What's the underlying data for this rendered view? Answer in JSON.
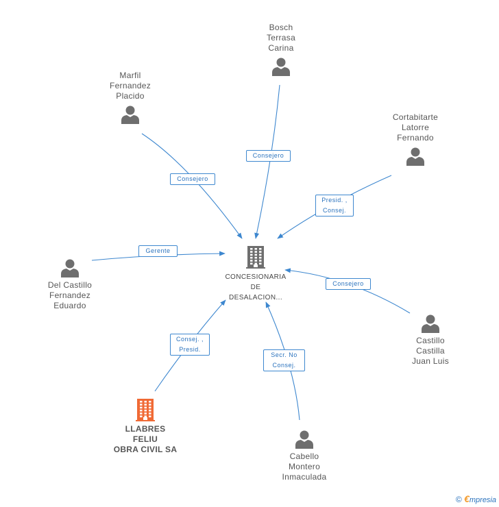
{
  "center": {
    "label": "CONCESIONARIA\nDE\nDESALACION...",
    "icon": "building-icon",
    "color": "#6e6e6e"
  },
  "nodes": [
    {
      "id": "bosch",
      "label": "Bosch\nTerrasa\nCarina",
      "icon": "person-icon"
    },
    {
      "id": "marfil",
      "label": "Marfil\nFernandez\nPlacido",
      "icon": "person-icon"
    },
    {
      "id": "cortabitarte",
      "label": "Cortabitarte\nLatorre\nFernando",
      "icon": "person-icon"
    },
    {
      "id": "delcastillo",
      "label": "Del Castillo\nFernandez\nEduardo",
      "icon": "person-icon"
    },
    {
      "id": "castillo",
      "label": "Castillo\nCastilla\nJuan Luis",
      "icon": "person-icon"
    },
    {
      "id": "llabres",
      "label": "LLABRES\nFELIU\nOBRA CIVIL SA",
      "icon": "building-icon",
      "color": "#f06a35"
    },
    {
      "id": "cabello",
      "label": "Cabello\nMontero\nInmaculada",
      "icon": "person-icon"
    }
  ],
  "edges": [
    {
      "from": "bosch",
      "label": "Consejero"
    },
    {
      "from": "marfil",
      "label": "Consejero"
    },
    {
      "from": "cortabitarte",
      "label": "Presid. ,\nConsej."
    },
    {
      "from": "delcastillo",
      "label": "Gerente"
    },
    {
      "from": "castillo",
      "label": "Consejero"
    },
    {
      "from": "llabres",
      "label": "Consej. ,\nPresid."
    },
    {
      "from": "cabello",
      "label": "Secr.  No\nConsej."
    }
  ],
  "colors": {
    "edge": "#3d87cf",
    "person": "#6e6e6e"
  },
  "copyright": {
    "symbol": "©",
    "brand_initial": "€",
    "brand_rest": "mpresia"
  }
}
